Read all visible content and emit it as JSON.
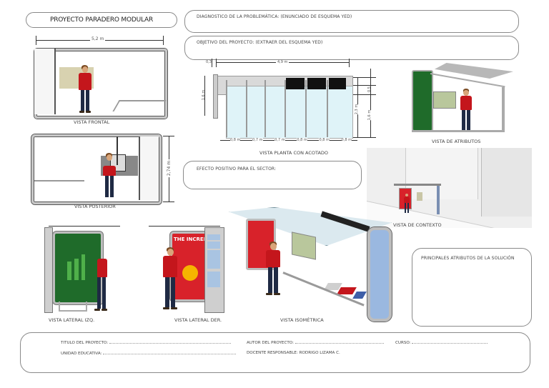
{
  "header": {
    "title": "PROYECTO PARADERO MODULAR"
  },
  "fields": {
    "diagnostico": "DIAGNOSTICO DE LA PROBLEMÁTICA: (ENUNCIADO DE ESQUEMA YED)",
    "objetivo": "OBJETIVO DEL PROYECTO: (EXTRAER DEL ESQUEMA YED)",
    "efecto": "EFECTO POSITIVO PARA EL SECTOR:",
    "atributos": "PRINCIPALES ATRIBUTOS DE LA SOLUCIÓN"
  },
  "views": {
    "frontal": {
      "caption": "VISTA FRONTAL",
      "dimension": "5,2 m"
    },
    "posterior": {
      "caption": "VISTA POSTERIOR",
      "dimension": "2,74 m"
    },
    "planta": {
      "caption": "VISTA PLANTA CON ACOTADO",
      "dim_top_small": "0,3",
      "dim_top": "4,9 m",
      "dim_left": "1,6 m",
      "dim_right_total": "2,3 m",
      "dim_right_upper": "0,5",
      "dim_right_lower": "1,6 m",
      "dim_bottom": [
        "0,8 m",
        "0,7 m",
        "0,7 m",
        "0,8 m",
        "0,8 m",
        "0,8 m"
      ]
    },
    "atributos": {
      "caption": "VISTA DE ATRIBUTOS"
    },
    "contexto": {
      "caption": "VISTA DE CONTEXTO"
    },
    "lateral_izq": {
      "caption": "VISTA LATERAL IZQ."
    },
    "lateral_der": {
      "caption": "VISTA LATERAL DER.",
      "poster_text": "THE INCREDI"
    },
    "isometrica": {
      "caption": "VISTA ISOMÉTRICA"
    }
  },
  "footer": {
    "titulo_label": "TITULO DEL PROYECTO:",
    "autor_label": "AUTOR DEL PROYECTO:",
    "curso_label": "CURSO:",
    "unidad_label": "UNIDAD EDUCATIVA:",
    "docente_label": "DOCENTE RESPONSABLE:",
    "docente_value": "RODRIGO LIZAMA C."
  },
  "colors": {
    "border": "#8a8a8a",
    "shirt": "#c4161c",
    "glass": "#dff3f8",
    "frame": "#cfcfcf",
    "poster_green": "#1f6b2a",
    "poster_red": "#d8222a"
  }
}
